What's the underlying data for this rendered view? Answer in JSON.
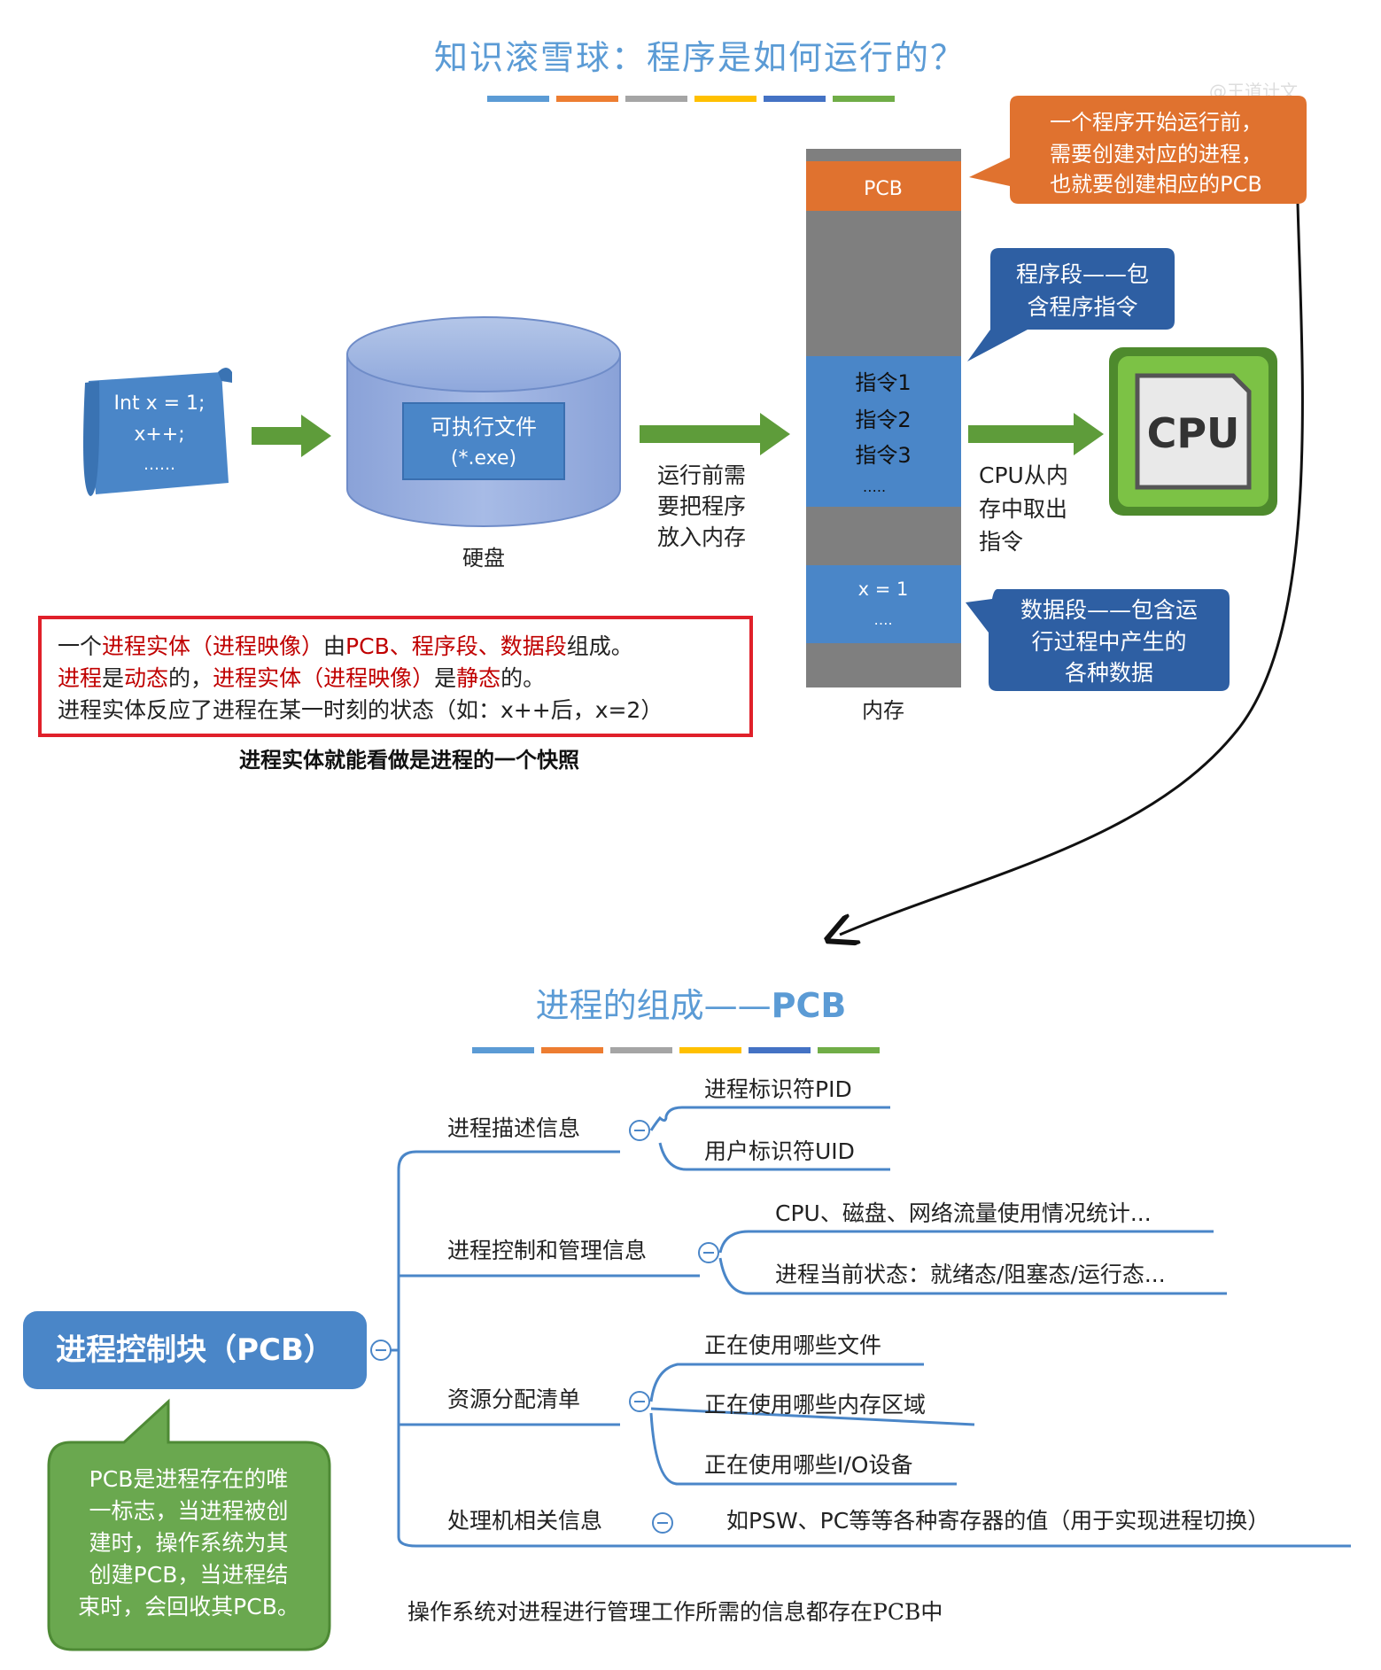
{
  "part1": {
    "title": "知识滚雪球：程序是如何运行的？",
    "title_bar_colors": [
      "#5b9bd5",
      "#ed7d31",
      "#a5a5a5",
      "#ffc000",
      "#4472c4",
      "#70ad47"
    ],
    "watermark": "@王道计文",
    "code_scroll": {
      "lines": [
        "Int x = 1;",
        "x++;",
        "……"
      ]
    },
    "disk": {
      "file_line1": "可执行文件",
      "file_line2": "(*.exe)",
      "caption": "硬盘"
    },
    "arrow_note": [
      "运行前需",
      "要把程序",
      "放入内存"
    ],
    "memory": {
      "pcb_label": "PCB",
      "instructions": [
        "指令1",
        "指令2",
        "指令3",
        "….."
      ],
      "data": [
        "x = 1",
        "…."
      ],
      "caption": "内存"
    },
    "callout_pcb": [
      "一个程序开始运行前，",
      "需要创建对应的进程，",
      "也就要创建相应的PCB"
    ],
    "callout_program": [
      "程序段——包",
      "含程序指令"
    ],
    "callout_data": [
      "数据段——包含运",
      "行过程中产生的",
      "各种数据"
    ],
    "cpu": {
      "label": "CPU",
      "note": [
        "CPU从内",
        "存中取出",
        "指令"
      ]
    },
    "redbox": {
      "line1": [
        {
          "t": "一个",
          "c": "#222222"
        },
        {
          "t": "进程实体（进程映像）",
          "c": "#c00000"
        },
        {
          "t": "由",
          "c": "#222222"
        },
        {
          "t": "PCB",
          "c": "#c00000"
        },
        {
          "t": "、",
          "c": "#c00000"
        },
        {
          "t": "程序段",
          "c": "#c00000"
        },
        {
          "t": "、",
          "c": "#c00000"
        },
        {
          "t": "数据段",
          "c": "#c00000"
        },
        {
          "t": "组成。",
          "c": "#222222"
        }
      ],
      "line2": [
        {
          "t": "进程",
          "c": "#c00000"
        },
        {
          "t": "是",
          "c": "#222222"
        },
        {
          "t": "动态",
          "c": "#c00000"
        },
        {
          "t": "的，",
          "c": "#222222"
        },
        {
          "t": "进程实体（进程映像）",
          "c": "#c00000"
        },
        {
          "t": "是",
          "c": "#222222"
        },
        {
          "t": "静态",
          "c": "#c00000"
        },
        {
          "t": "的。",
          "c": "#222222"
        }
      ],
      "line3": "进程实体反应了进程在某一时刻的状态（如：x++后，x=2）"
    },
    "snapshot_note": "进程实体就能看做是进程的一个快照"
  },
  "part2": {
    "title_main": "进程的组成——",
    "title_pcb": "PCB",
    "title_bar_colors": [
      "#5b9bd5",
      "#ed7d31",
      "#a5a5a5",
      "#ffc000",
      "#4472c4",
      "#70ad47"
    ],
    "root": "进程控制块（PCB）",
    "green_note": [
      "PCB是进程存在的唯",
      "一标志，当进程被创",
      "建时，操作系统为其",
      "创建PCB，当进程结",
      "束时，会回收其PCB。"
    ],
    "branches": [
      {
        "label": "进程描述信息",
        "children": [
          "进程标识符PID",
          "用户标识符UID"
        ]
      },
      {
        "label": "进程控制和管理信息",
        "children": [
          "CPU、磁盘、网络流量使用情况统计...",
          "进程当前状态：就绪态/阻塞态/运行态..."
        ]
      },
      {
        "label": "资源分配清单",
        "children": [
          "正在使用哪些文件",
          "正在使用哪些内存区域",
          "正在使用哪些I/O设备"
        ]
      },
      {
        "label": "处理机相关信息",
        "children": [
          "如PSW、PC等等各种寄存器的值（用于实现进程切换）"
        ]
      }
    ],
    "bottom_note": "操作系统对进程进行管理工作所需的信息都存在PCB中"
  },
  "colors": {
    "blue": "#4a86c8",
    "dark_blue": "#2e5fa3",
    "orange": "#e0722f",
    "green": "#6aa84f",
    "arrow_green": "#5e9c3a",
    "mem_gray": "#7f7f7f",
    "red": "#e0202a",
    "title_blue": "#5b9bd5"
  }
}
